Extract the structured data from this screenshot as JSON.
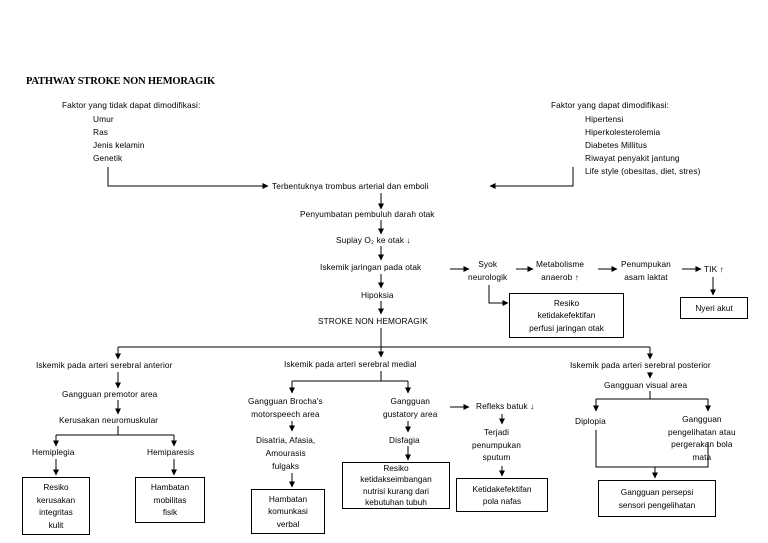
{
  "title": "PATHWAY STROKE NON HEMORAGIK",
  "factors_fixed": {
    "heading": "Faktor yang tidak dapat dimodifikasi:",
    "items": [
      "Umur",
      "Ras",
      "Jenis kelamin",
      "Genetik"
    ]
  },
  "factors_modifiable": {
    "heading": "Faktor yang dapat dimodifikasi:",
    "items": [
      "Hipertensi",
      "Hiperkolesterolemia",
      "Diabetes Millitus",
      "Riwayat penyakit jantung",
      "Life style (obesitas, diet, stres)"
    ]
  },
  "flow": {
    "thrombus": "Terbentuknya trombus arterial dan emboli",
    "occlusion": "Penyumbatan pembuluh darah otak",
    "o2_supply": "Suplay O₂ ke otak ↓",
    "ischemia": "Iskemik jaringan pada otak",
    "hypoxia": "Hipoksia",
    "stroke": "STROKE NON HEMORAGIK"
  },
  "right_chain": {
    "shock": "Syok\nneurologik",
    "metabolism": "Metabolisme\nanaerob ↑",
    "lactate": "Penumpukan\nasam laktat",
    "tik": "TIK ↑",
    "pain_box": "Nyeri akut",
    "perfusion_box": "Resiko\nketidakefektifan\nperfusi jaringan otak"
  },
  "anterior": {
    "header": "Iskemik pada arteri serebral anterior",
    "premotor": "Gangguan premotor area",
    "neuromuscular": "Kerusakan neuromuskular",
    "hemiplegia": "Hemiplegia",
    "hemiparesis": "Hemiparesis",
    "skin_box": "Resiko\nkerusakan\nintegritas\nkulit",
    "mobility_box": "Hambatan\nmobilitas\nfisik"
  },
  "medial": {
    "header": "Iskemik pada arteri serebral medial",
    "brocha": "Gangguan Brocha's\nmotorspeech area",
    "disatria": "Disatria, Afasia,\nAmourasis\nfulgaks",
    "verbal_box": "Hambatan\nkomunkasi\nverbal",
    "gustatory": "Gangguan\ngustatory area",
    "dysphagia": "Disfagia",
    "nutrition_box": "Resiko\nketidakseimbangan\nnutrisi kurang dari\nkebutuhan tubuh",
    "cough": "Refleks batuk ↓",
    "sputum": "Terjadi\npenumpukan\nsputum",
    "breath_box": "Ketidakefektifan\npola nafas"
  },
  "posterior": {
    "header": "Iskemik pada arteri serebral posterior",
    "visual": "Gangguan visual area",
    "diplopia": "Diplopia",
    "vision": "Gangguan\npengelihatan atau\npergerakan bola\nmata",
    "perception_box": "Gangguan persepsi\nsensori pengelihatan"
  },
  "colors": {
    "line": "#000000",
    "background": "#ffffff"
  }
}
